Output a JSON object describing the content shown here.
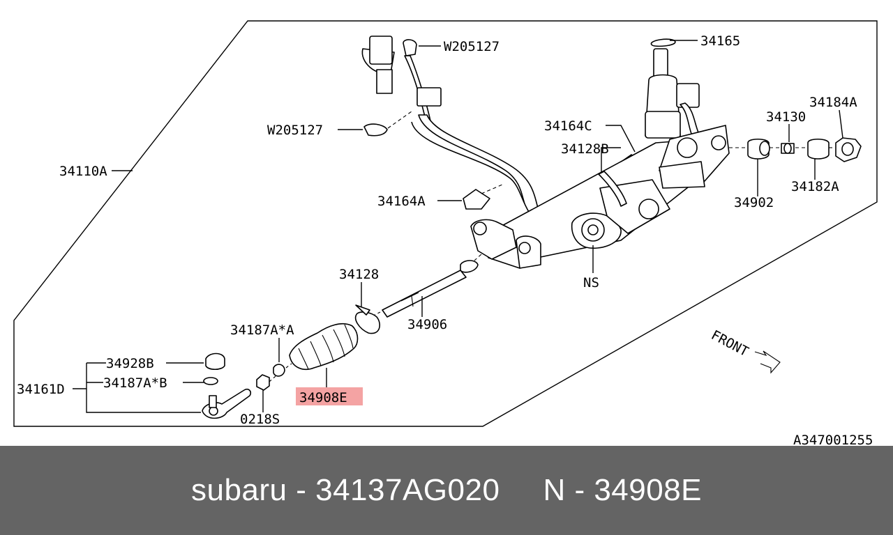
{
  "diagram": {
    "ref_code": "A347001255",
    "highlight_color": "#f4a3a3",
    "labels": {
      "p34165": "34165",
      "w205127_top": "W205127",
      "w205127_mid": "W205127",
      "p34164C": "34164C",
      "p34184A": "34184A",
      "p34130": "34130",
      "p34128B": "34128B",
      "p34110A": "34110A",
      "p34164A": "34164A",
      "p34902": "34902",
      "p34182A": "34182A",
      "ns": "NS",
      "p34128": "34128",
      "p34906": "34906",
      "p34187A_A": "34187A*A",
      "p34928B": "34928B",
      "p34161D": "34161D",
      "p34187A_B": "34187A*B",
      "p34908E": "34908E",
      "p0218S": "0218S",
      "front": "FRONT"
    }
  },
  "footer": {
    "part_line": "subaru - 34137AG020",
    "ref_line": "N - 34908E",
    "background": "#646464"
  }
}
